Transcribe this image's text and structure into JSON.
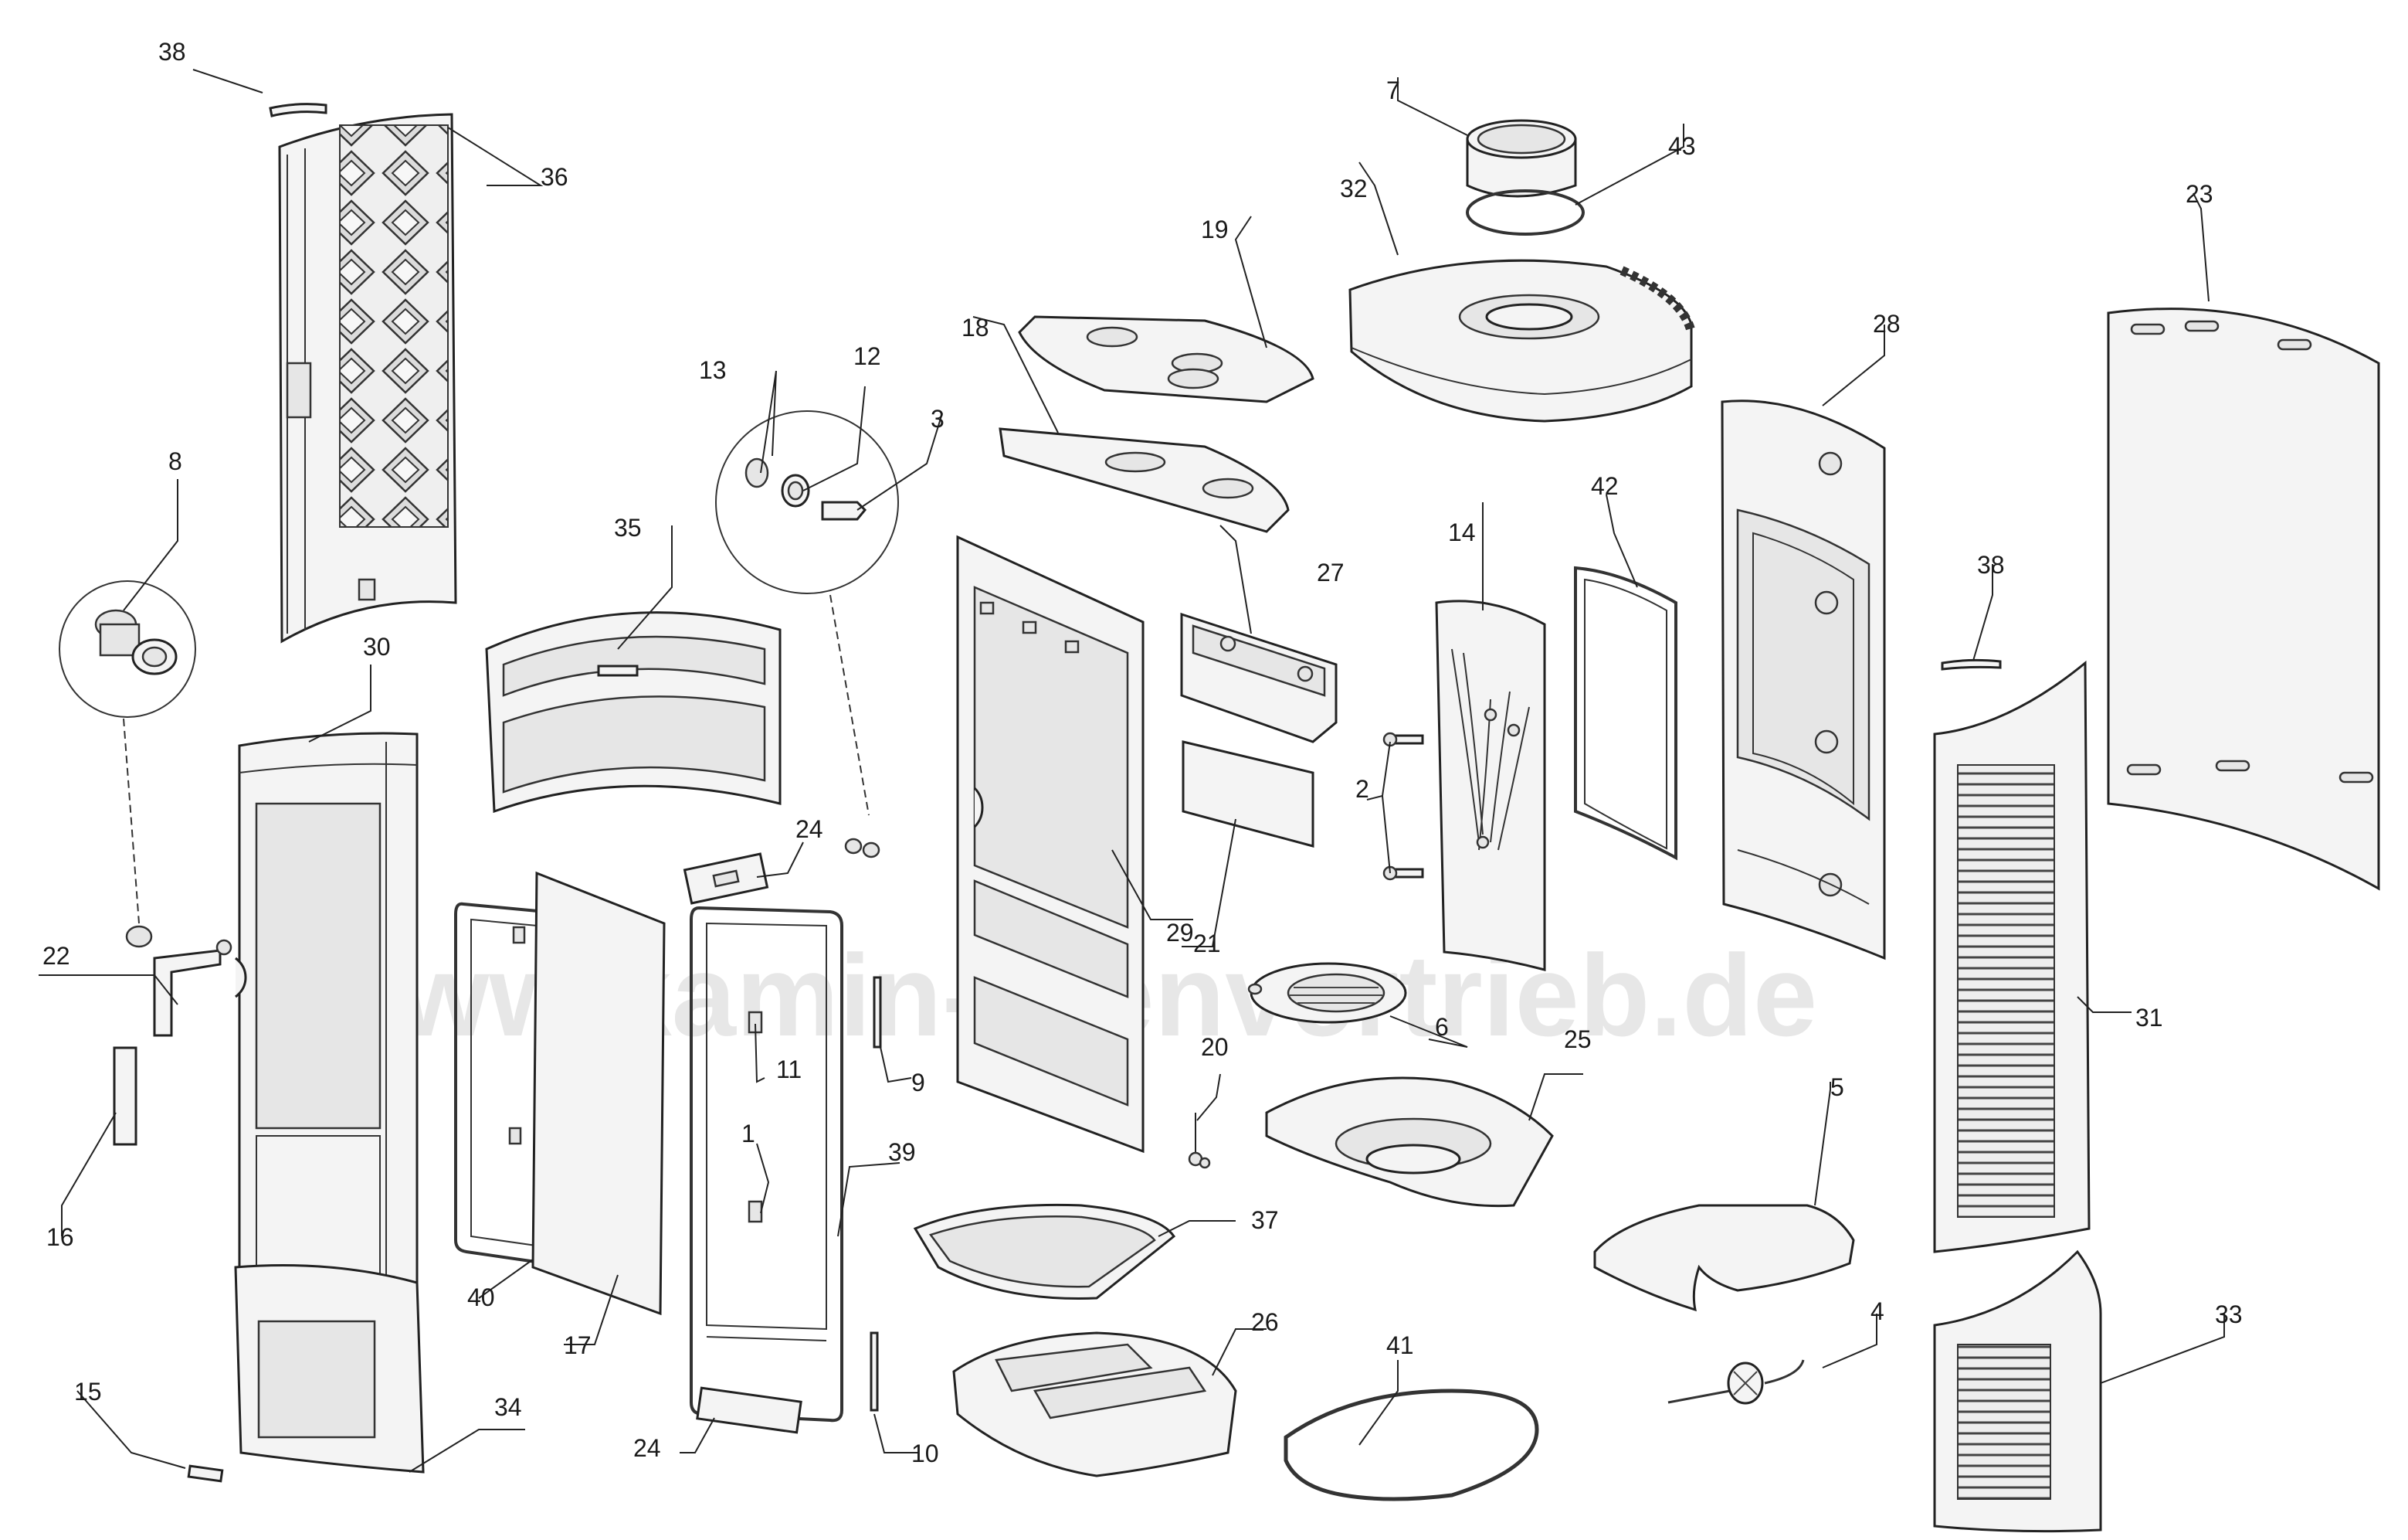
{
  "watermark": "www.kamin-ofenvertrieb.de",
  "callouts": {
    "c1": "1",
    "c2": "2",
    "c3": "3",
    "c4": "4",
    "c5": "5",
    "c6": "6",
    "c7": "7",
    "c8": "8",
    "c9": "9",
    "c10": "10",
    "c11": "11",
    "c12": "12",
    "c13": "13",
    "c14": "14",
    "c15": "15",
    "c16": "16",
    "c17": "17",
    "c18": "18",
    "c19": "19",
    "c20": "20",
    "c21": "21",
    "c22": "22",
    "c23": "23",
    "c24a": "24",
    "c24b": "24",
    "c25": "25",
    "c26": "26",
    "c27": "27",
    "c28": "28",
    "c29": "29",
    "c30": "30",
    "c31": "31",
    "c32": "32",
    "c33": "33",
    "c34": "34",
    "c35": "35",
    "c36": "36",
    "c37": "37",
    "c38a": "38",
    "c38b": "38",
    "c39": "39",
    "c40": "40",
    "c41": "41",
    "c42": "42",
    "c43": "43"
  }
}
